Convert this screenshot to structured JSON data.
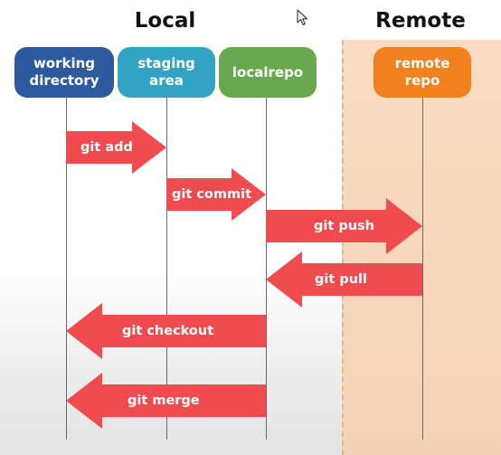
{
  "titles": {
    "local": "Local",
    "remote": "Remote"
  },
  "nodes": {
    "working_directory": "working\ndirectory",
    "staging_area": "staging\narea",
    "localrepo": "localrepo",
    "remote_repo": "remote\nrepo"
  },
  "arrows": {
    "git_add": "git add",
    "git_commit": "git commit",
    "git_push": "git push",
    "git_pull": "git pull",
    "git_checkout": "git checkout",
    "git_merge": "git merge"
  },
  "colors": {
    "working_directory": "#2d5a9e",
    "staging_area": "#33a3c4",
    "localrepo": "#6aa84f",
    "remote_repo": "#f3821e",
    "arrow": "#f04b4f",
    "remote_panel": "#f8d8bd"
  },
  "icons": {
    "cursor": "mouse-pointer-icon"
  }
}
